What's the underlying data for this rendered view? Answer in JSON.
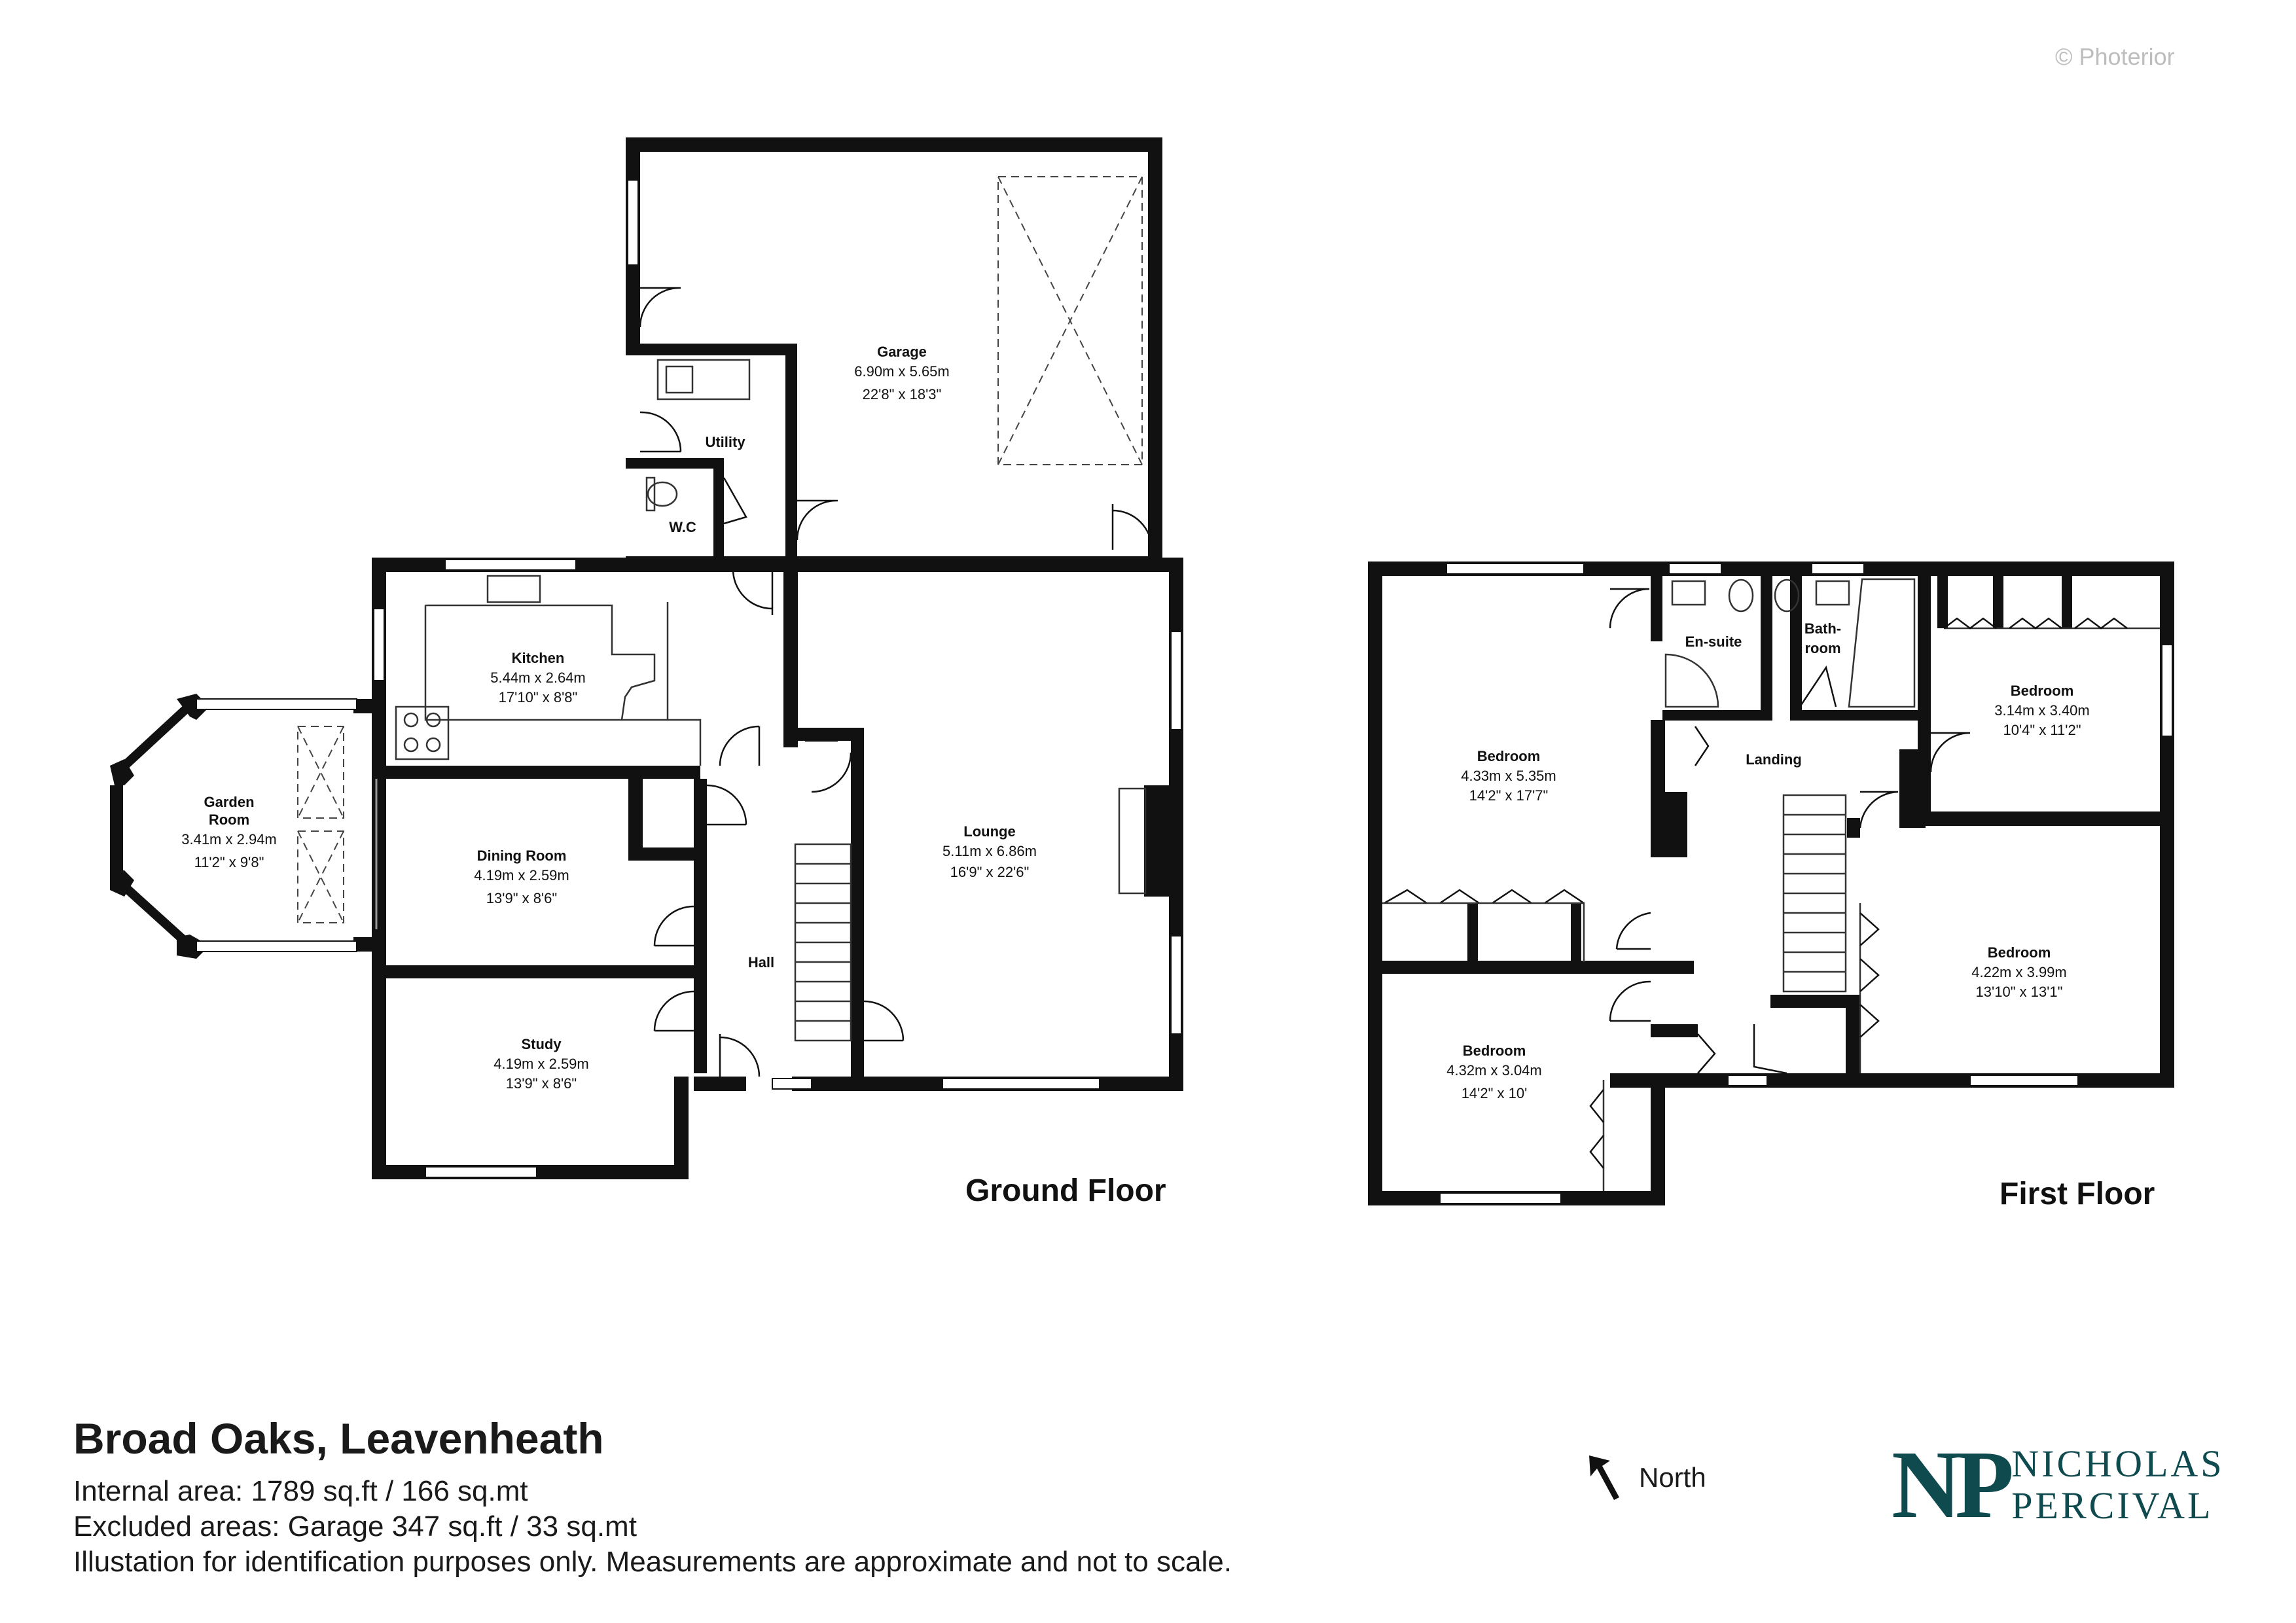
{
  "watermark": "© Photerior",
  "floors": [
    {
      "label": "Ground Floor"
    },
    {
      "label": "First Floor"
    }
  ],
  "rooms": {
    "garage": {
      "name": "Garage",
      "metric": "6.90m x 5.65m",
      "imperial": "22'8\"  x 18'3\""
    },
    "utility": {
      "name": "Utility"
    },
    "wc": {
      "name": "W.C"
    },
    "kitchen": {
      "name": "Kitchen",
      "metric": "5.44m x 2.64m",
      "imperial": "17'10\"  x 8'8\""
    },
    "garden_room": {
      "name1": "Garden",
      "name2": "Room",
      "metric": "3.41m x 2.94m",
      "imperial": "11'2\"  x 9'8\""
    },
    "dining_room": {
      "name": "Dining Room",
      "metric": "4.19m x 2.59m",
      "imperial": "13'9\"  x 8'6\""
    },
    "hall": {
      "name": "Hall"
    },
    "study": {
      "name": "Study",
      "metric": "4.19m x 2.59m",
      "imperial": "13'9\"  x 8'6\""
    },
    "lounge": {
      "name": "Lounge",
      "metric": "5.11m x 6.86m",
      "imperial": "16'9\"  x 22'6\""
    },
    "bedroom_1": {
      "name": "Bedroom",
      "metric": "4.33m x 5.35m",
      "imperial": "14'2\"  x 17'7\""
    },
    "ensuite": {
      "name": "En-suite"
    },
    "bathroom": {
      "name1": "Bath-",
      "name2": "room"
    },
    "landing": {
      "name": "Landing"
    },
    "bedroom_2": {
      "name": "Bedroom",
      "metric": "3.14m x 3.40m",
      "imperial": "10'4\"  x 11'2\""
    },
    "bedroom_3": {
      "name": "Bedroom",
      "metric": "4.32m x 3.04m",
      "imperial": "14'2\"  x 10'"
    },
    "bedroom_4": {
      "name": "Bedroom",
      "metric": "4.22m x 3.99m",
      "imperial": "13'10\"  x 13'1\""
    }
  },
  "property": {
    "title": "Broad Oaks, Leavenheath",
    "internal_area": "Internal area: 1789 sq.ft / 166 sq.mt",
    "excluded_areas": "Excluded areas: Garage 347 sq.ft / 33 sq.mt",
    "disclaimer": "Illustation for identification purposes only. Measurements are approximate and not to scale."
  },
  "compass": {
    "label": "North",
    "icon": "north-arrow-icon"
  },
  "brand": {
    "initials": "NP",
    "line1": "NICHOLAS",
    "line2": "PERCIVAL",
    "color": "#0f4a4f"
  }
}
